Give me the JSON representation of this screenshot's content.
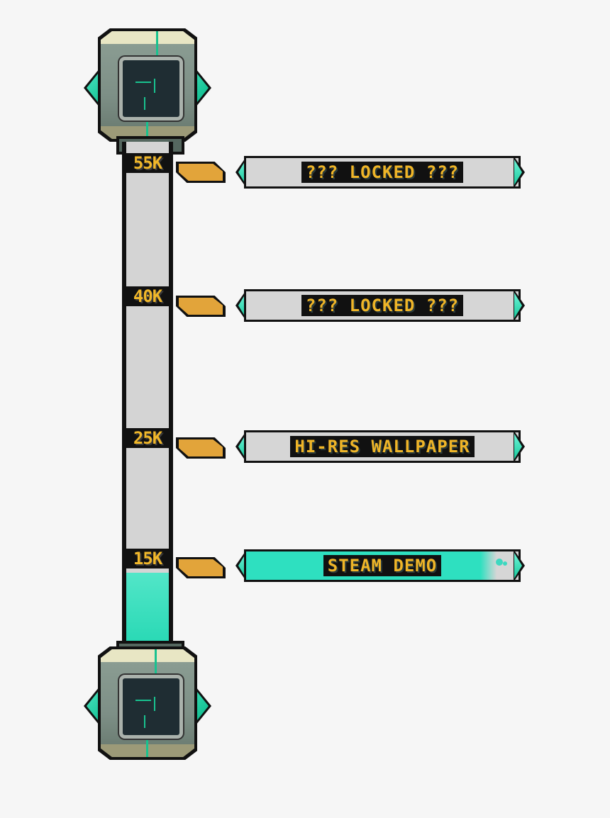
{
  "progress": {
    "current_tier": "15K",
    "fill_color": "#2ee0c0",
    "track_color": "#d4d4d4"
  },
  "milestones": [
    {
      "threshold": "55K",
      "reward": "??? LOCKED ???",
      "state": "locked"
    },
    {
      "threshold": "40K",
      "reward": "??? LOCKED ???",
      "state": "locked"
    },
    {
      "threshold": "25K",
      "reward": "HI-RES WALLPAPER",
      "state": "unlocked"
    },
    {
      "threshold": "15K",
      "reward": "STEAM DEMO",
      "state": "achieved"
    }
  ],
  "colors": {
    "accent_gold": "#efb528",
    "arrow_orange": "#e2a43a",
    "gem_teal": "#1bc79a",
    "background": "#f6f6f6"
  },
  "icons": {
    "top_cap": "gem-block-icon",
    "bottom_cap": "gem-block-icon",
    "pointer": "arrow-tab-icon"
  }
}
